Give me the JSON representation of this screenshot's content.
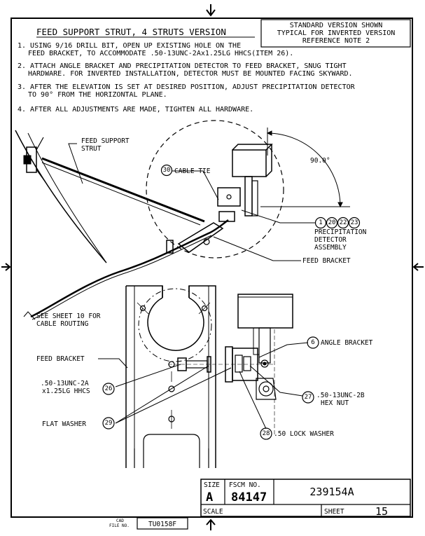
{
  "header": {
    "title": "FEED SUPPORT STRUT, 4 STRUTS VERSION",
    "version_box": [
      "STANDARD VERSION SHOWN",
      "TYPICAL FOR INVERTED VERSION",
      "REFERENCE NOTE 2"
    ]
  },
  "notes": [
    "1. USING 9/16 DRILL BIT, OPEN UP EXISTING HOLE ON THE",
    "FEED BRACKET, TO ACCOMMODATE .50-13UNC-2Ax1.25LG HHCS(ITEM 26).",
    "2. ATTACH ANGLE BRACKET AND PRECIPITATION DETECTOR TO FEED BRACKET, SNUG TIGHT",
    "HARDWARE. FOR INVERTED INSTALLATION, DETECTOR MUST BE MOUNTED FACING SKYWARD.",
    "3. AFTER THE ELEVATION IS SET AT DESIRED POSITION, ADJUST PRECIPITATION DETECTOR",
    "TO 90° FROM THE HORIZONTAL PLANE.",
    "4. AFTER ALL ADJUSTMENTS ARE MADE, TIGHTEN ALL HARDWARE."
  ],
  "callouts": {
    "feed_support_strut": [
      "FEED SUPPORT",
      "STRUT"
    ],
    "cable_tie": "CABLE TIE",
    "angle_dim": "90.0°",
    "precip_detector": [
      "PRECIPITATION",
      "DETECTOR",
      "ASSEMBLY"
    ],
    "feed_bracket_top": "FEED BRACKET",
    "see_sheet": [
      "SEE SHEET 10 FOR",
      "CABLE ROUTING"
    ],
    "feed_bracket_left": "FEED BRACKET",
    "hhcs": [
      ".50-13UNC-2A",
      "x1.25LG HHCS"
    ],
    "flat_washer": "FLAT WASHER",
    "angle_bracket": "ANGLE BRACKET",
    "hex_nut": [
      ".50-13UNC-2B",
      "HEX NUT"
    ],
    "lock_washer": ".50 LOCK WASHER"
  },
  "item_numbers": {
    "cable_tie": "30",
    "detector": [
      "1",
      "20",
      "22",
      "23"
    ],
    "angle_bracket": "6",
    "hhcs": "26",
    "flat_washer": "29",
    "hex_nut": "27",
    "lock_washer": "28"
  },
  "title_block": {
    "size_label": "SIZE",
    "size_value": "A",
    "fscm_label": "FSCM NO.",
    "fscm_value": "84147",
    "drawing_number": "239154A",
    "scale_label": "SCALE",
    "sheet_label": "SHEET",
    "sheet_value": "15",
    "cad_label": [
      "CAD",
      "FILE NO."
    ],
    "cad_value": "TU0158F"
  }
}
